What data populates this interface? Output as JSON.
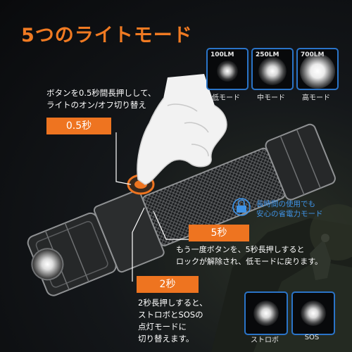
{
  "title": "5つのライトモード",
  "modes": [
    {
      "lumens": "100LM",
      "label": "低モード"
    },
    {
      "lumens": "250LM",
      "label": "中モード"
    },
    {
      "lumens": "700LM",
      "label": "高モード"
    }
  ],
  "instruction_main": {
    "line1": "ボタンを0.5秒間長押しして、",
    "line2": "ライトのオン/オフ切り替え"
  },
  "tags": {
    "half_sec": "0.5秒",
    "five_sec": "5秒",
    "two_sec": "2秒"
  },
  "lock": {
    "line1": "長時間の使用でも",
    "line2": "安心の省電力モード"
  },
  "instruction_lock": {
    "line1": "もう一度ボタンを、5秒長押しすると",
    "line2": "ロックが解除され、低モードに戻ります。"
  },
  "instruction_strobe": {
    "line1": "2秒長押しすると、",
    "line2": "ストロボとSOSの",
    "line3": "点灯モードに",
    "line4": "切り替えます。"
  },
  "bottom_modes": [
    {
      "label": "ストロボ"
    },
    {
      "label": "SOS"
    }
  ],
  "colors": {
    "accent": "#ee7420",
    "frame_blue": "#2a74c8",
    "lock_blue": "#3f93e6"
  }
}
